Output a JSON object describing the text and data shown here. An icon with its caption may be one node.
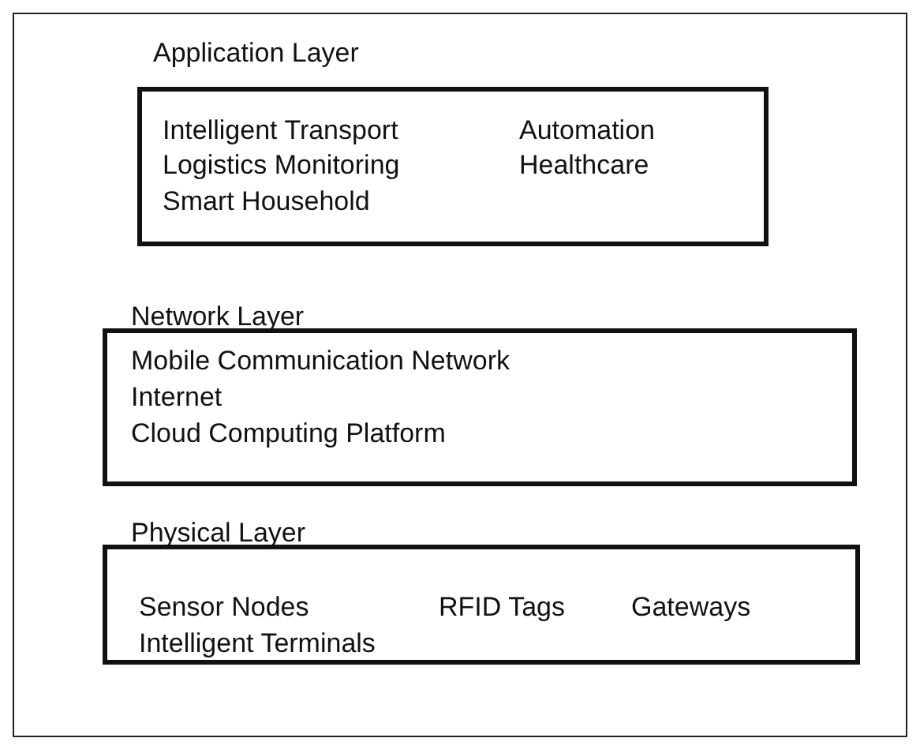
{
  "diagram": {
    "nodes": [
      {
        "text": [],
        "shape": "box"
      },
      {
        "text": [
          "Application Layer",
          "Intelligent Transport",
          "Automation",
          "Logistics Monitoring",
          "Healthcare",
          "Smart Household"
        ],
        "in": 0
      },
      {
        "text": [
          "Network Layer",
          "Mobile Communication Network",
          "Internet",
          "Cloud Computing Platform"
        ],
        "in": 0
      },
      {
        "text": [
          "Physical Layer",
          "Sensor Nodes",
          "RFID Tags",
          "Gateways",
          "Intelligent Terminals"
        ],
        "in": 0
      }
    ],
    "edges": []
  }
}
